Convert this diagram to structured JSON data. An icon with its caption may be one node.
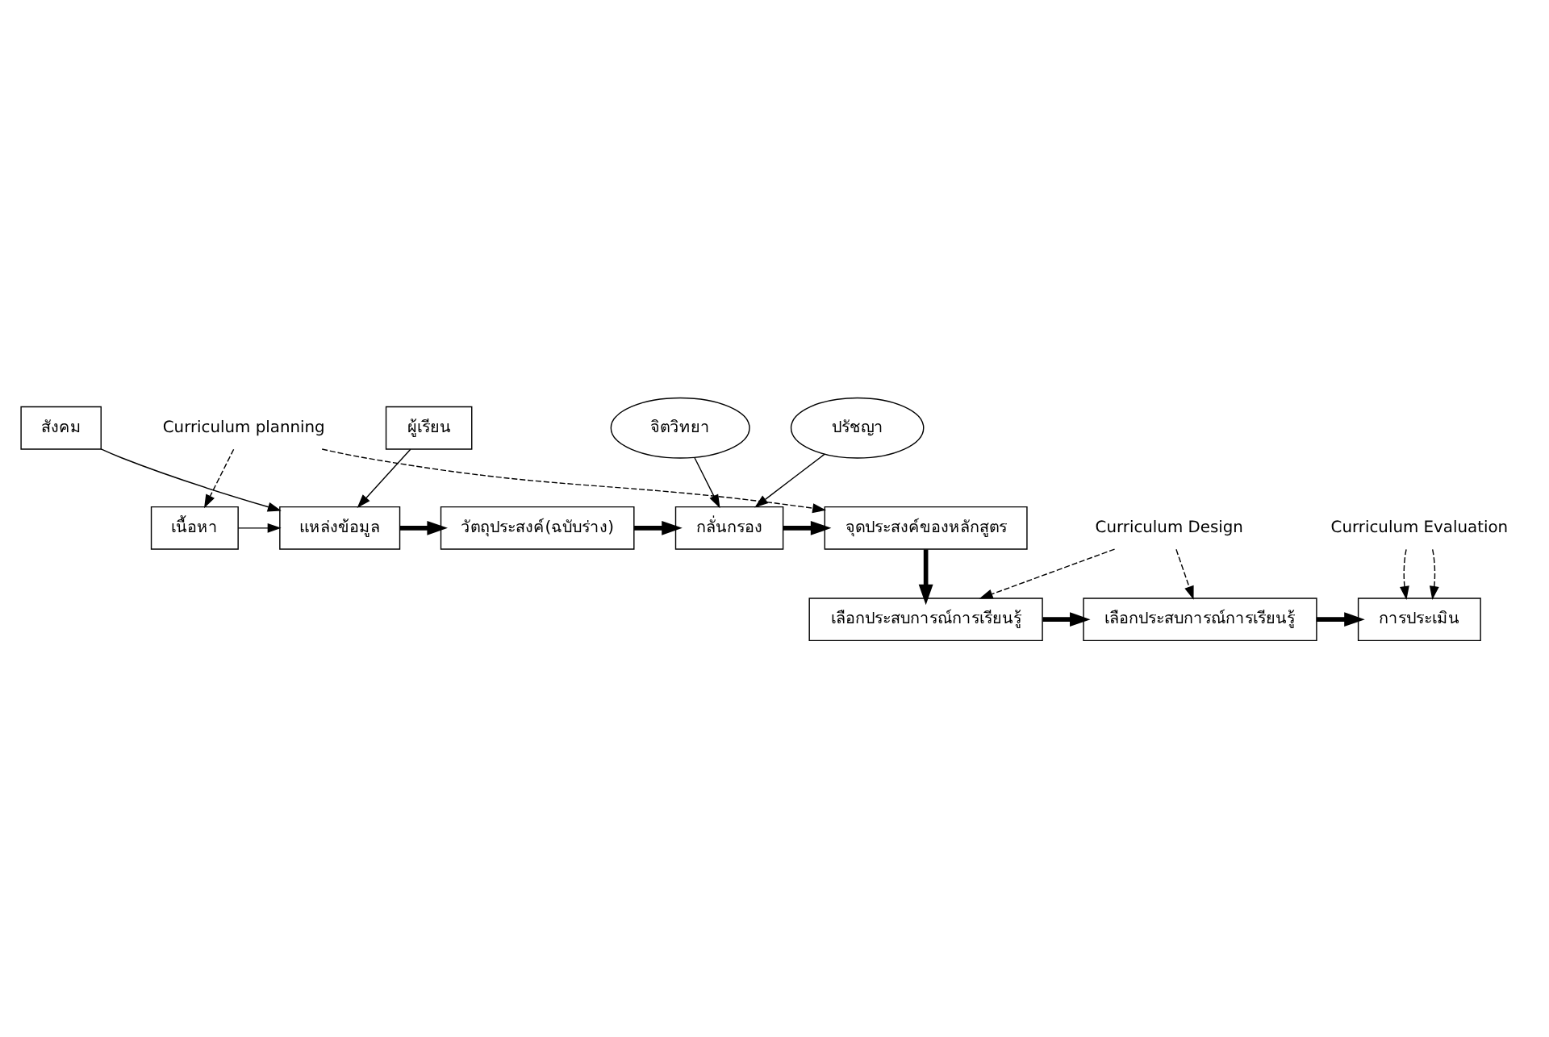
{
  "diagram": {
    "nodes": [
      {
        "text": [
          "Curriculum planning"
        ]
      },
      {
        "text": [
          "เนื้อหา"
        ]
      },
      {
        "text": [
          "สังคม"
        ]
      },
      {
        "text": [
          "แหล่งข้อมูล"
        ]
      },
      {
        "text": [
          "ผู้เรียน"
        ]
      },
      {
        "text": [
          "วัตถุประสงค์(ฉบับร่าง)"
        ]
      },
      {
        "text": [
          "ปรัชญา"
        ]
      },
      {
        "text": [
          "กลั่นกรอง"
        ]
      },
      {
        "text": [
          "จิตวิทยา"
        ]
      },
      {
        "text": [
          "จุดประสงค์ของหลักสูตร"
        ]
      },
      {
        "text": [
          "เลือกประสบการณ์การเรียนรู้"
        ]
      },
      {
        "text": [
          "เลือกประสบการณ์การเรียนรู้"
        ]
      },
      {
        "text": [
          "การประเมิน"
        ]
      },
      {
        "text": [
          "Curriculum Design"
        ]
      },
      {
        "text": [
          "Curriculum Evaluation"
        ]
      }
    ],
    "edges": [
      {
        "from": 0,
        "to": 1,
        "arrow": "to",
        "style": "dashed"
      },
      {
        "from": 0,
        "to": 9,
        "arrow": "to",
        "style": "dashed"
      },
      {
        "from": 1,
        "to": 3,
        "arrow": "to"
      },
      {
        "from": 2,
        "to": 3,
        "arrow": "to"
      },
      {
        "from": 4,
        "to": 3,
        "arrow": "to"
      },
      {
        "from": 3,
        "to": 5,
        "arrow": "to",
        "style": "thick"
      },
      {
        "from": 5,
        "to": 7,
        "arrow": "to",
        "style": "thick"
      },
      {
        "from": 6,
        "to": 7,
        "arrow": "to"
      },
      {
        "from": 8,
        "to": 7,
        "arrow": "to"
      },
      {
        "from": 7,
        "to": 9,
        "arrow": "to",
        "style": "thick"
      },
      {
        "from": 9,
        "to": 10,
        "arrow": "to",
        "style": "thick"
      },
      {
        "from": 10,
        "to": 11,
        "arrow": "to",
        "style": "thick"
      },
      {
        "from": 11,
        "to": 12,
        "arrow": "to",
        "style": "thick"
      },
      {
        "from": 13,
        "to": 10,
        "arrow": "to",
        "style": "dashed"
      },
      {
        "from": 13,
        "to": 11,
        "arrow": "to",
        "style": "dashed"
      },
      {
        "from": 14,
        "to": 12,
        "arrow": "to",
        "style": "dashed"
      },
      {
        "from": 14,
        "to": 12,
        "arrow": "to",
        "style": "dashed"
      }
    ]
  }
}
